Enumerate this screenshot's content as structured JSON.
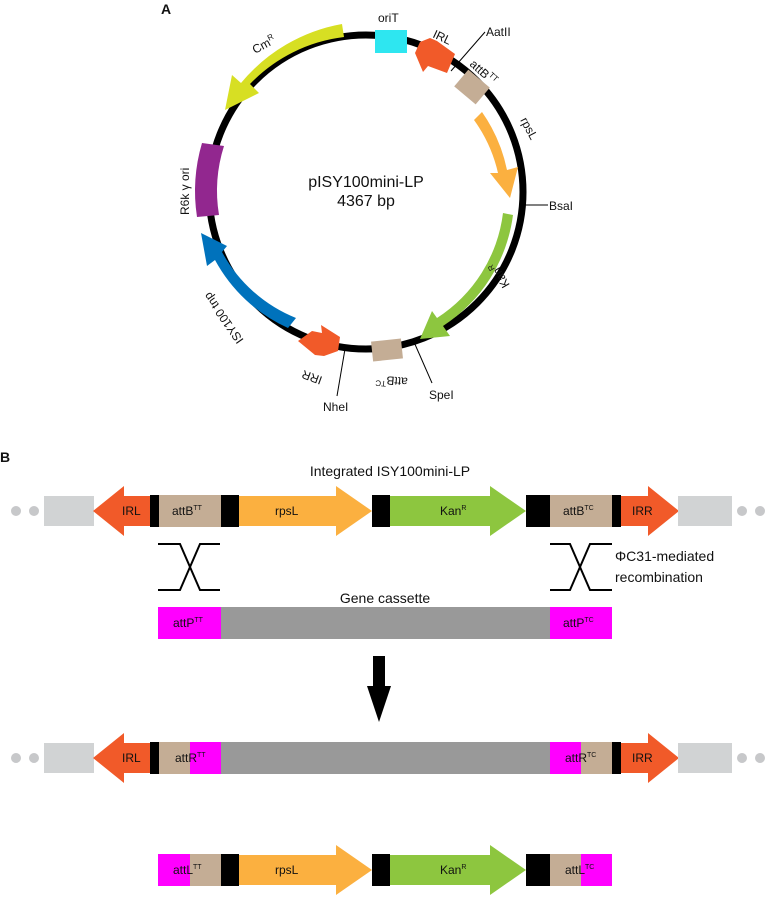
{
  "panel_a": {
    "label": "A",
    "plasmid_name": "pISY100mini-LP",
    "plasmid_size": "4367 bp",
    "features": {
      "cm": {
        "name": "Cm",
        "sup": "R",
        "color": "#d7df23"
      },
      "oriT": {
        "name": "oriT",
        "color": "#2ee6f0"
      },
      "irl": {
        "name": "IRL",
        "color": "#f15a29"
      },
      "attbtt": {
        "name": "attB",
        "sup": "TT",
        "color": "#c4ad95"
      },
      "rpsl": {
        "name": "rpsL",
        "color": "#fbb040"
      },
      "kan": {
        "name": "Kan",
        "sup": "R",
        "color": "#8dc63f"
      },
      "attbtc": {
        "name": "attB",
        "sup": "TC",
        "color": "#c4ad95"
      },
      "irr": {
        "name": "IRR",
        "color": "#f15a29"
      },
      "tnp": {
        "name": "ISY100 tnp",
        "color": "#0072bc"
      },
      "r6k": {
        "name": "R6k γ ori",
        "color": "#92278f"
      }
    },
    "sites": {
      "aatii": "AatII",
      "bsai": "BsaI",
      "spei": "SpeI",
      "nhei": "NheI"
    }
  },
  "panel_b": {
    "label": "B",
    "integrated_title": "Integrated ISY100mini-LP",
    "recomb_line1": "ΦC31-mediated",
    "recomb_line2": "recombination",
    "gene_cassette": "Gene cassette",
    "row1": {
      "irl": "IRL",
      "attb_tt": "attB",
      "attb_tt_sup": "TT",
      "rpsl": "rpsL",
      "kan": "Kan",
      "kan_sup": "R",
      "attb_tc": "attB",
      "attb_tc_sup": "TC",
      "irr": "IRR"
    },
    "cassette": {
      "attp_tt": "attP",
      "attp_tt_sup": "TT",
      "attp_tc": "attP",
      "attp_tc_sup": "TC"
    },
    "row3": {
      "irl": "IRL",
      "attr_tt": "attR",
      "attr_tt_sup": "TT",
      "attr_tc": "attR",
      "attr_tc_sup": "TC",
      "irr": "IRR"
    },
    "row4": {
      "attl_tt": "attL",
      "attl_tt_sup": "TT",
      "rpsl": "rpsL",
      "kan": "Kan",
      "kan_sup": "R",
      "attl_tc": "attL",
      "attl_tc_sup": "TC"
    },
    "colors": {
      "irl": "#f15a29",
      "att": "#c4ad95",
      "rpsl": "#fbb040",
      "kan": "#8dc63f",
      "black": "#000000",
      "genome": "#d1d3d4",
      "cassette": "#999999",
      "magenta": "#ff00ff",
      "dot": "#c7c8ca"
    }
  }
}
